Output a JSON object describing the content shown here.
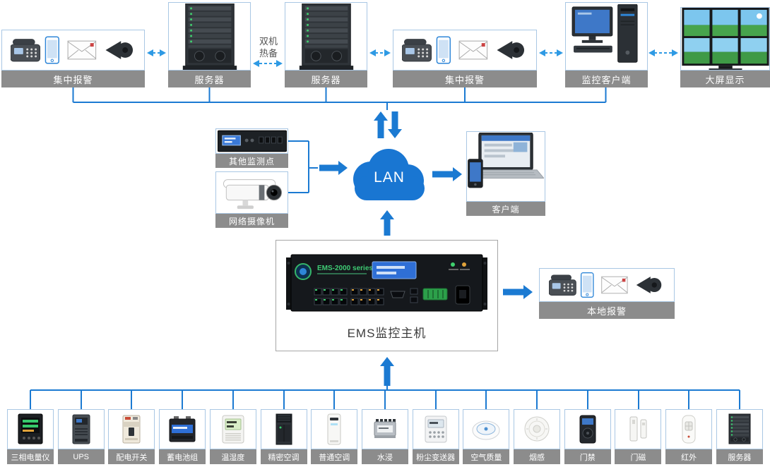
{
  "top_row": {
    "alarm_left": "集中报警",
    "server_left": "服务器",
    "server_right": "服务器",
    "alarm_right": "集中报警",
    "monitor_client": "监控客户端",
    "big_screen": "大屏显示"
  },
  "hot_standby": {
    "line1": "双机",
    "line2": "热备"
  },
  "middle": {
    "other_monitor_point": "其他监测点",
    "network_camera": "网络摄像机",
    "lan": "LAN",
    "client": "客户端"
  },
  "ems": {
    "label": "EMS监控主机",
    "device_model": "EMS-2000 series"
  },
  "local_alarm": {
    "label": "本地报警"
  },
  "bottom_row": [
    "三相电量仪",
    "UPS",
    "配电开关",
    "蓄电池组",
    "温湿度",
    "精密空调",
    "普通空调",
    "水浸",
    "粉尘变送器",
    "空气质量",
    "烟感",
    "门禁",
    "门磁",
    "红外",
    "服务器"
  ],
  "icons": [
    "phone-icon",
    "smartphone-icon",
    "mail-icon",
    "speaker-icon",
    "server-rack-icon",
    "desktop-pc-icon",
    "video-wall-icon",
    "rack-device-icon",
    "ip-camera-icon",
    "laptop-client-icon",
    "lan-cloud",
    "ems-rack-icon",
    "power-meter-icon",
    "ups-icon",
    "breaker-icon",
    "battery-icon",
    "temp-humidity-icon",
    "precision-ac-icon",
    "cabinet-ac-icon",
    "water-sensor-icon",
    "dust-transmitter-icon",
    "air-quality-icon",
    "smoke-detector-icon",
    "access-control-icon",
    "door-magnet-icon",
    "infrared-sensor-icon",
    "mini-server-icon"
  ],
  "colors": {
    "line_blue": "#1b7ad2",
    "dashed_blue": "#2e9ae4",
    "cloud_blue": "#1976d2",
    "label_bar_gray": "#8c8c8c",
    "box_border_blue": "#a9c7e4"
  }
}
